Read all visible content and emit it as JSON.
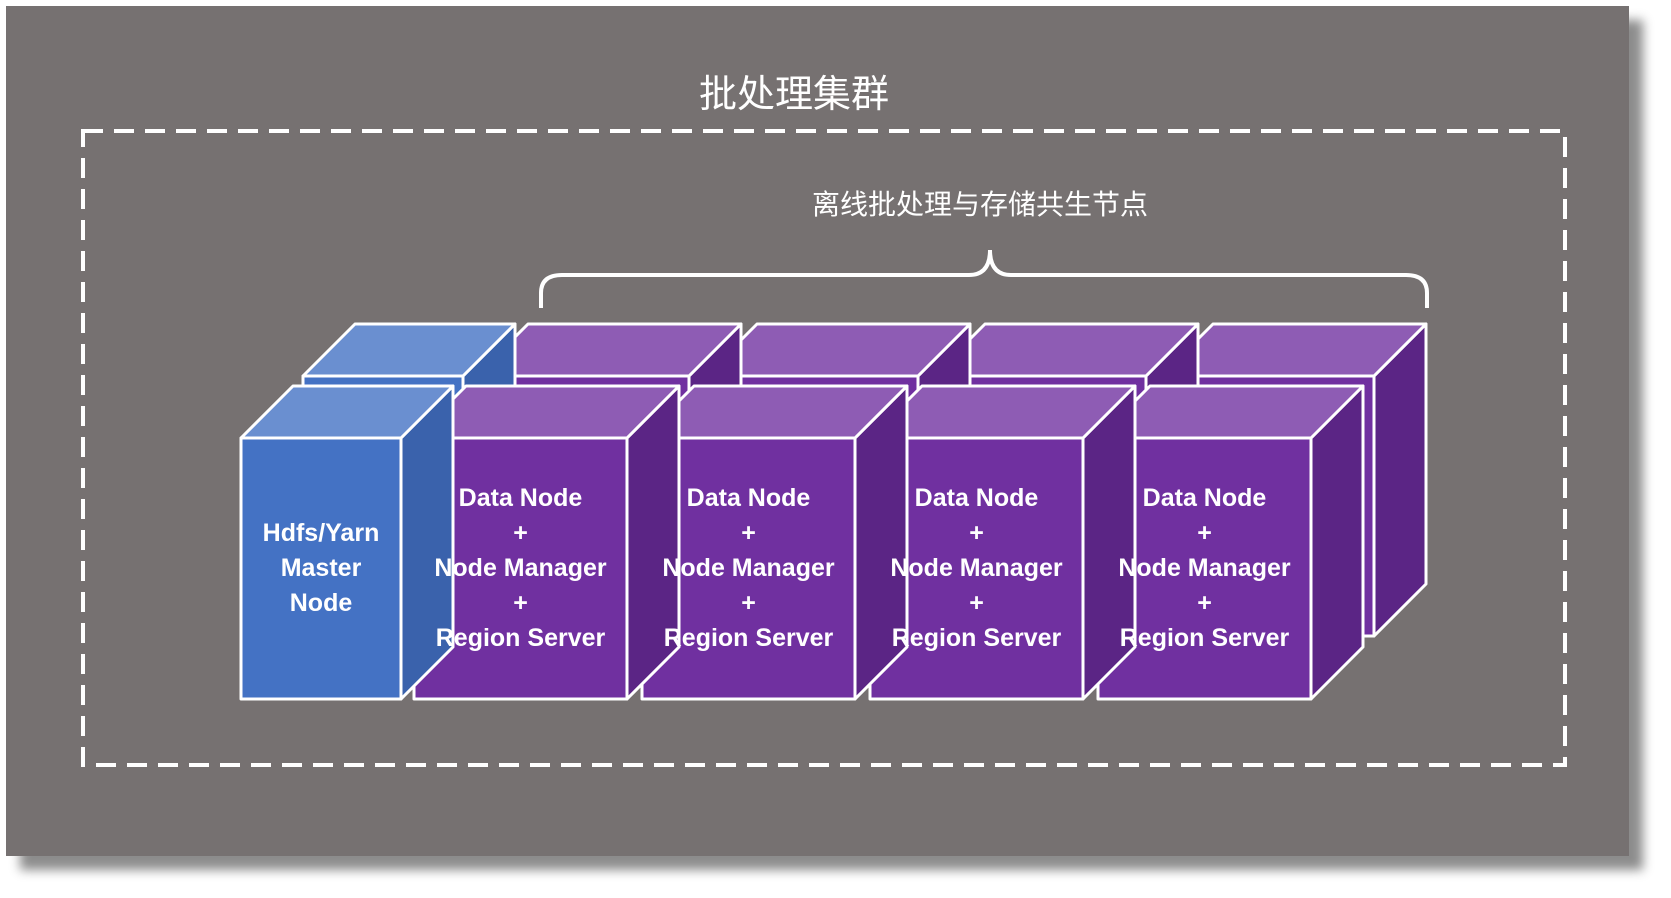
{
  "title": "批处理集群",
  "subtitle": "离线批处理与存储共生节点",
  "master": {
    "lines": [
      "Hdfs/Yarn",
      "Master",
      "Node"
    ]
  },
  "data_nodes": [
    {
      "lines": [
        "Data Node",
        "+",
        "Node Manager",
        "+",
        "Region Server"
      ]
    },
    {
      "lines": [
        "Data Node",
        "+",
        "Node Manager",
        "+",
        "Region Server"
      ]
    },
    {
      "lines": [
        "Data Node",
        "+",
        "Node Manager",
        "+",
        "Region Server"
      ]
    },
    {
      "lines": [
        "Data Node",
        "+",
        "Node Manager",
        "+",
        "Region Server"
      ]
    }
  ],
  "colors": {
    "background": "#767171",
    "master_front": "#4472c4",
    "master_top": "#6a8fd0",
    "node_front": "#7030a0",
    "node_top": "#8e5cb4",
    "node_side": "#5b2585",
    "outline": "#ffffff"
  }
}
